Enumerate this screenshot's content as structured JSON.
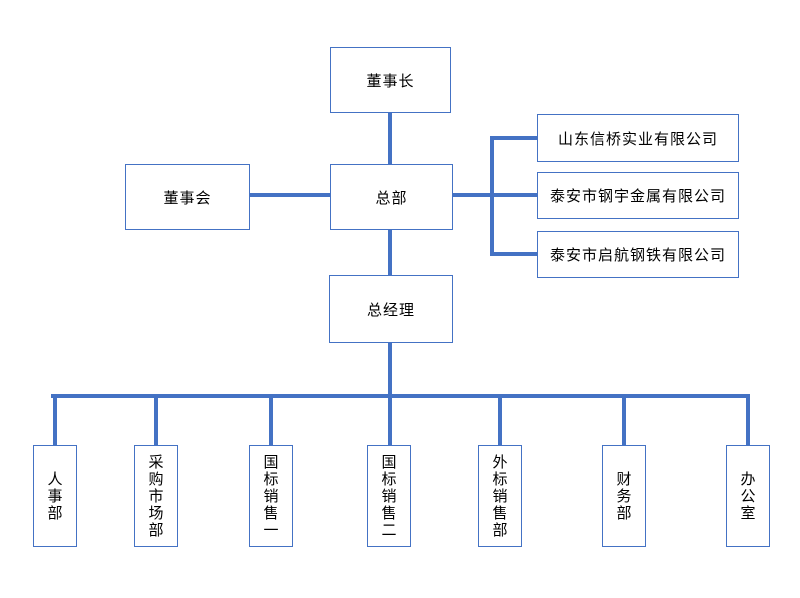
{
  "page": {
    "background_color": "#ffffff",
    "accent_color": "#4472C4",
    "text_color": "#000000"
  },
  "org_chart": {
    "type": "org-chart",
    "nodes": {
      "chairman": {
        "label": "董事长"
      },
      "board": {
        "label": "董事会"
      },
      "headquarters": {
        "label": "总部"
      },
      "general_manager": {
        "label": "总经理"
      },
      "subsidiaries": [
        {
          "label": "山东信桥实业有限公司"
        },
        {
          "label": "泰安市钢宇金属有限公司"
        },
        {
          "label": "泰安市启航钢铁有限公司"
        }
      ],
      "departments": [
        {
          "label": "人事部"
        },
        {
          "label": "采购市场部"
        },
        {
          "label": "国标销售一"
        },
        {
          "label": "国标销售二"
        },
        {
          "label": "外标销售部"
        },
        {
          "label": "财务部"
        },
        {
          "label": "办公室"
        }
      ]
    },
    "edges": [
      {
        "from": "董事长",
        "to": "总部"
      },
      {
        "from": "董事会",
        "to": "总部"
      },
      {
        "from": "总部",
        "to": "山东信桥实业有限公司"
      },
      {
        "from": "总部",
        "to": "泰安市钢宇金属有限公司"
      },
      {
        "from": "总部",
        "to": "泰安市启航钢铁有限公司"
      },
      {
        "from": "总部",
        "to": "总经理"
      },
      {
        "from": "总经理",
        "to": "人事部"
      },
      {
        "from": "总经理",
        "to": "采购市场部"
      },
      {
        "from": "总经理",
        "to": "国标销售一"
      },
      {
        "from": "总经理",
        "to": "国标销售二"
      },
      {
        "from": "总经理",
        "to": "外标销售部"
      },
      {
        "from": "总经理",
        "to": "财务部"
      },
      {
        "from": "总经理",
        "to": "办公室"
      }
    ]
  }
}
